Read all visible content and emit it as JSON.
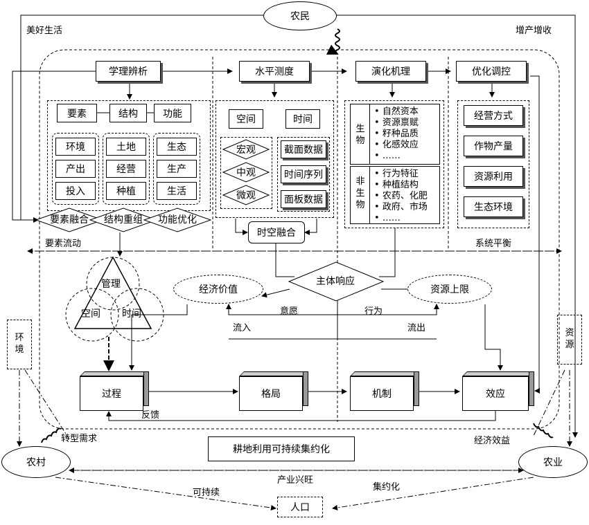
{
  "nodes": {
    "farmer": "农民",
    "rural": "农村",
    "agriculture": "农业",
    "population": "人口"
  },
  "outer_labels": {
    "good_life": "美好生活",
    "yield_income": "增产增收",
    "element_flow": "要素流动",
    "system_balance": "系统平衡",
    "environment": "环境",
    "resources": "资源",
    "transition_demand": "转型需求",
    "economic_benefit": "经济效益",
    "industry_prosper": "产业兴旺",
    "sustainable": "可持续",
    "intensive": "集约化"
  },
  "columns": {
    "theory": "学理辨析",
    "level": "水平测度",
    "mechanism": "演化机理",
    "control": "优化调控"
  },
  "theory": {
    "headers": [
      "要素",
      "结构",
      "功能"
    ],
    "col1": [
      "环境",
      "产出",
      "投入"
    ],
    "col2": [
      "土地",
      "经营",
      "种植"
    ],
    "col3": [
      "生态",
      "生产",
      "生活"
    ],
    "diamonds": [
      "要素融合",
      "结构重组",
      "功能优化"
    ]
  },
  "level": {
    "space": "空间",
    "time": "时间",
    "scales": [
      "宏观",
      "中观",
      "微观"
    ],
    "data": [
      "截面数据",
      "时间序列",
      "面板数据"
    ],
    "fusion": "时空融合"
  },
  "mechanism": {
    "bio_label": "生物",
    "bio_items": [
      "自然资本",
      "资源禀赋",
      "籽种品质",
      "化感效应",
      "……"
    ],
    "nonbio_label": "非生物",
    "nonbio_items": [
      "行为特征",
      "种植结构",
      "农药、化肥",
      "政府、市场",
      "……"
    ]
  },
  "control": {
    "items": [
      "经营方式",
      "作物产量",
      "资源利用",
      "生态环境"
    ]
  },
  "middle": {
    "management": "管理",
    "space": "空间",
    "time": "时间",
    "economic_value": "经济价值",
    "subject_response": "主体响应",
    "resource_limit": "资源上限",
    "willingness": "意愿",
    "behavior": "行为",
    "inflow": "流入",
    "outflow": "流出"
  },
  "process": {
    "items": [
      "过程",
      "格局",
      "机制",
      "效应"
    ],
    "feedback": "反馈"
  },
  "title": "耕地利用可持续集约化"
}
